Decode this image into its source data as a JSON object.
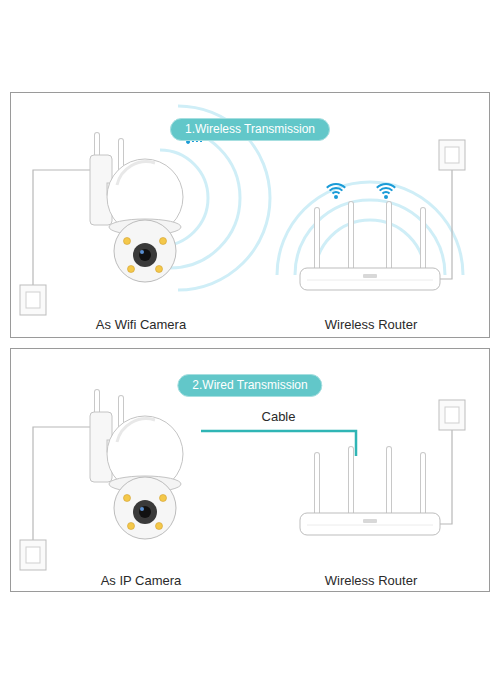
{
  "diagram": {
    "nodes": [
      {
        "text": [
          "1.Wireless Transmission"
        ]
      },
      {
        "text": [
          "As Wifi Camera"
        ],
        "in": 0
      },
      {
        "text": [
          "Wireless Router"
        ],
        "in": 0
      },
      {
        "text": [
          "2.Wired Transmission"
        ]
      },
      {
        "text": [
          "As IP Camera"
        ],
        "in": 3
      },
      {
        "text": [
          "Wireless Router"
        ],
        "in": 3
      }
    ],
    "edges": [
      {
        "from": 4,
        "to": 5,
        "arrow": "none",
        "label": "Cable"
      }
    ]
  }
}
